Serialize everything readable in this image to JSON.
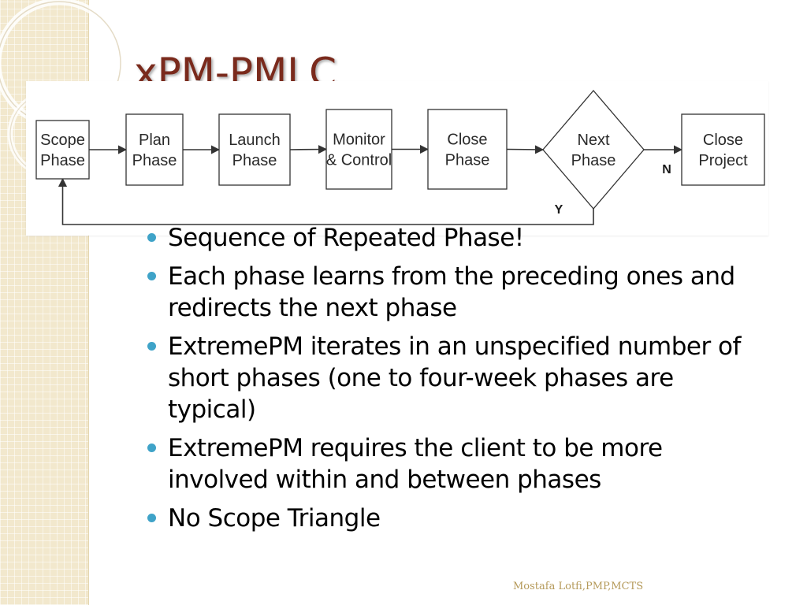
{
  "slide": {
    "title": "xPM-PMLC",
    "footer": "Mostafa Lotfi,PMP,MCTS"
  },
  "diagram": {
    "nodes": [
      {
        "id": "scope-phase",
        "shape": "box",
        "lines": [
          "Scope",
          "Phase"
        ]
      },
      {
        "id": "plan-phase",
        "shape": "box",
        "lines": [
          "Plan",
          "Phase"
        ]
      },
      {
        "id": "launch-phase",
        "shape": "box",
        "lines": [
          "Launch",
          "Phase"
        ]
      },
      {
        "id": "monitor-control",
        "shape": "box",
        "lines": [
          "Monitor",
          "& Control"
        ]
      },
      {
        "id": "close-phase",
        "shape": "box",
        "lines": [
          "Close",
          "Phase"
        ]
      },
      {
        "id": "next-phase",
        "shape": "diamond",
        "lines": [
          "Next",
          "Phase"
        ]
      },
      {
        "id": "close-project",
        "shape": "box",
        "lines": [
          "Close",
          "Project"
        ]
      }
    ],
    "edges": [
      {
        "from": "scope-phase",
        "to": "plan-phase",
        "label": ""
      },
      {
        "from": "plan-phase",
        "to": "launch-phase",
        "label": ""
      },
      {
        "from": "launch-phase",
        "to": "monitor-control",
        "label": ""
      },
      {
        "from": "monitor-control",
        "to": "close-phase",
        "label": ""
      },
      {
        "from": "close-phase",
        "to": "next-phase",
        "label": ""
      },
      {
        "from": "next-phase",
        "to": "close-project",
        "label": "N"
      },
      {
        "from": "next-phase",
        "to": "scope-phase",
        "label": "Y"
      }
    ]
  },
  "bullets": [
    "Sequence of Repeated Phase!",
    "Each phase learns from the preceding ones and redirects the next phase",
    "ExtremePM iterates in an unspecified number of short phases (one to four-week phases are typical)",
    "ExtremePM requires the client to be more involved within and between phases",
    "No Scope Triangle"
  ],
  "colors": {
    "title": "#7a2a1c",
    "bullet_marker": "#3fa3c8",
    "footer": "#b59a5a",
    "left_strip": "#f2e8cd"
  }
}
